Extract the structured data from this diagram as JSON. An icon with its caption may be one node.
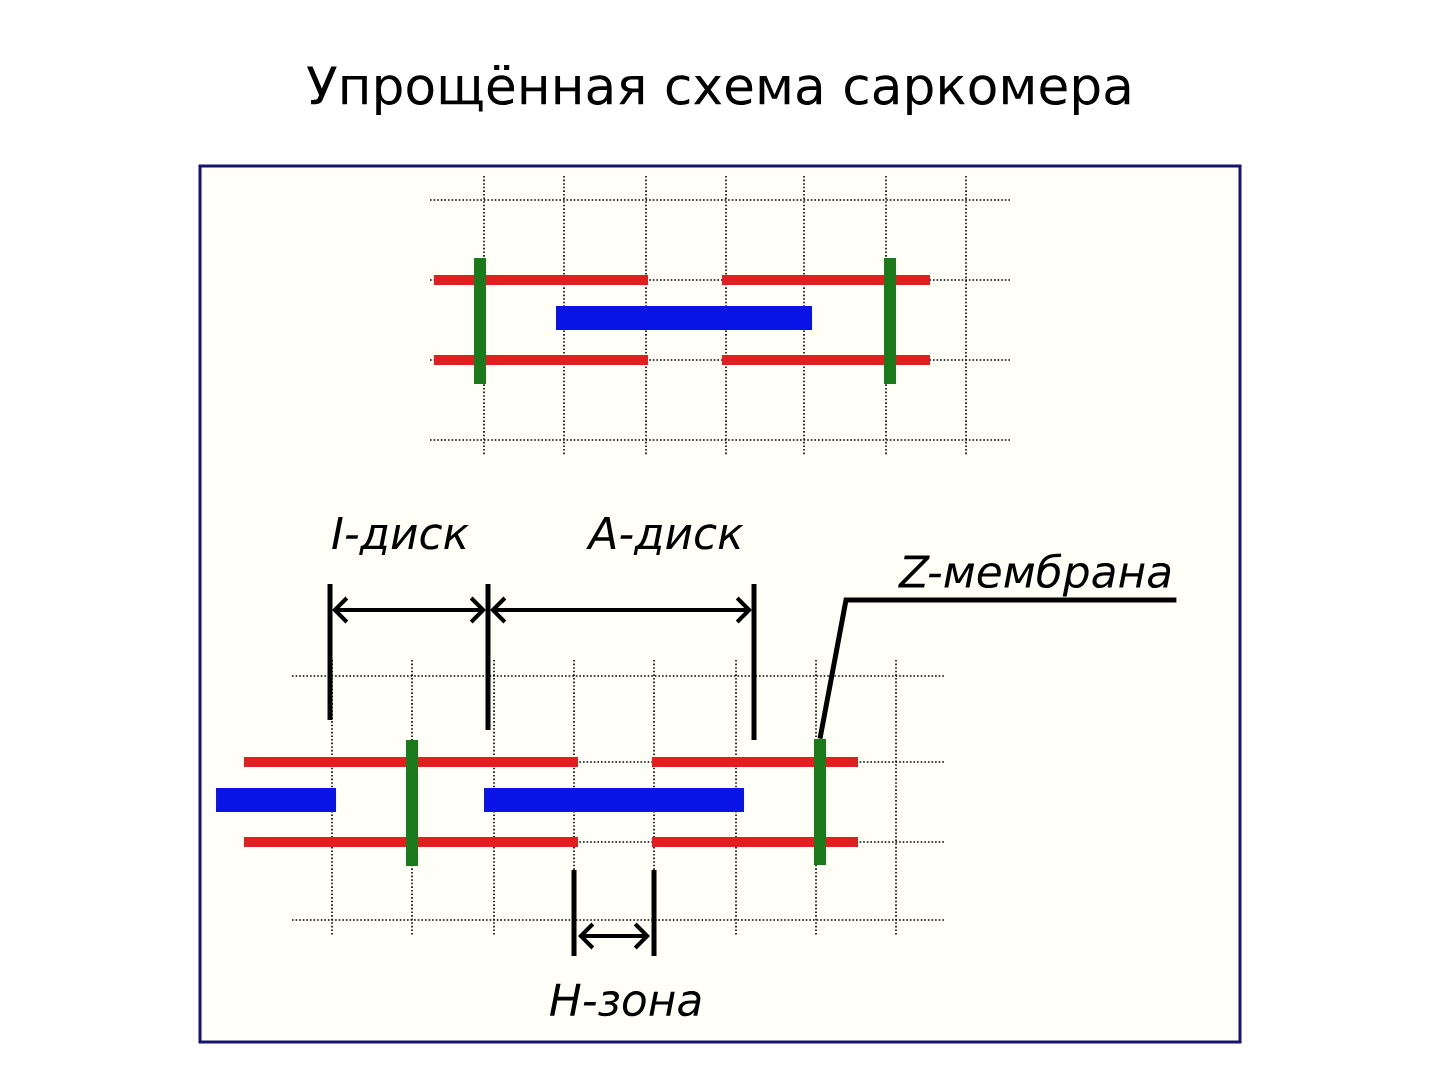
{
  "diagram": {
    "title": "Упрощённая схема саркомера",
    "nodes": [
      {
        "text": [
          "Z-мембрана"
        ]
      },
      {
        "text": [],
        "shape": "bar"
      }
    ],
    "edges": [
      {
        "from": 0,
        "to": 1,
        "arrow": "none"
      }
    ],
    "labels": [
      "I-диск",
      "A-диск",
      "H-зона"
    ]
  }
}
